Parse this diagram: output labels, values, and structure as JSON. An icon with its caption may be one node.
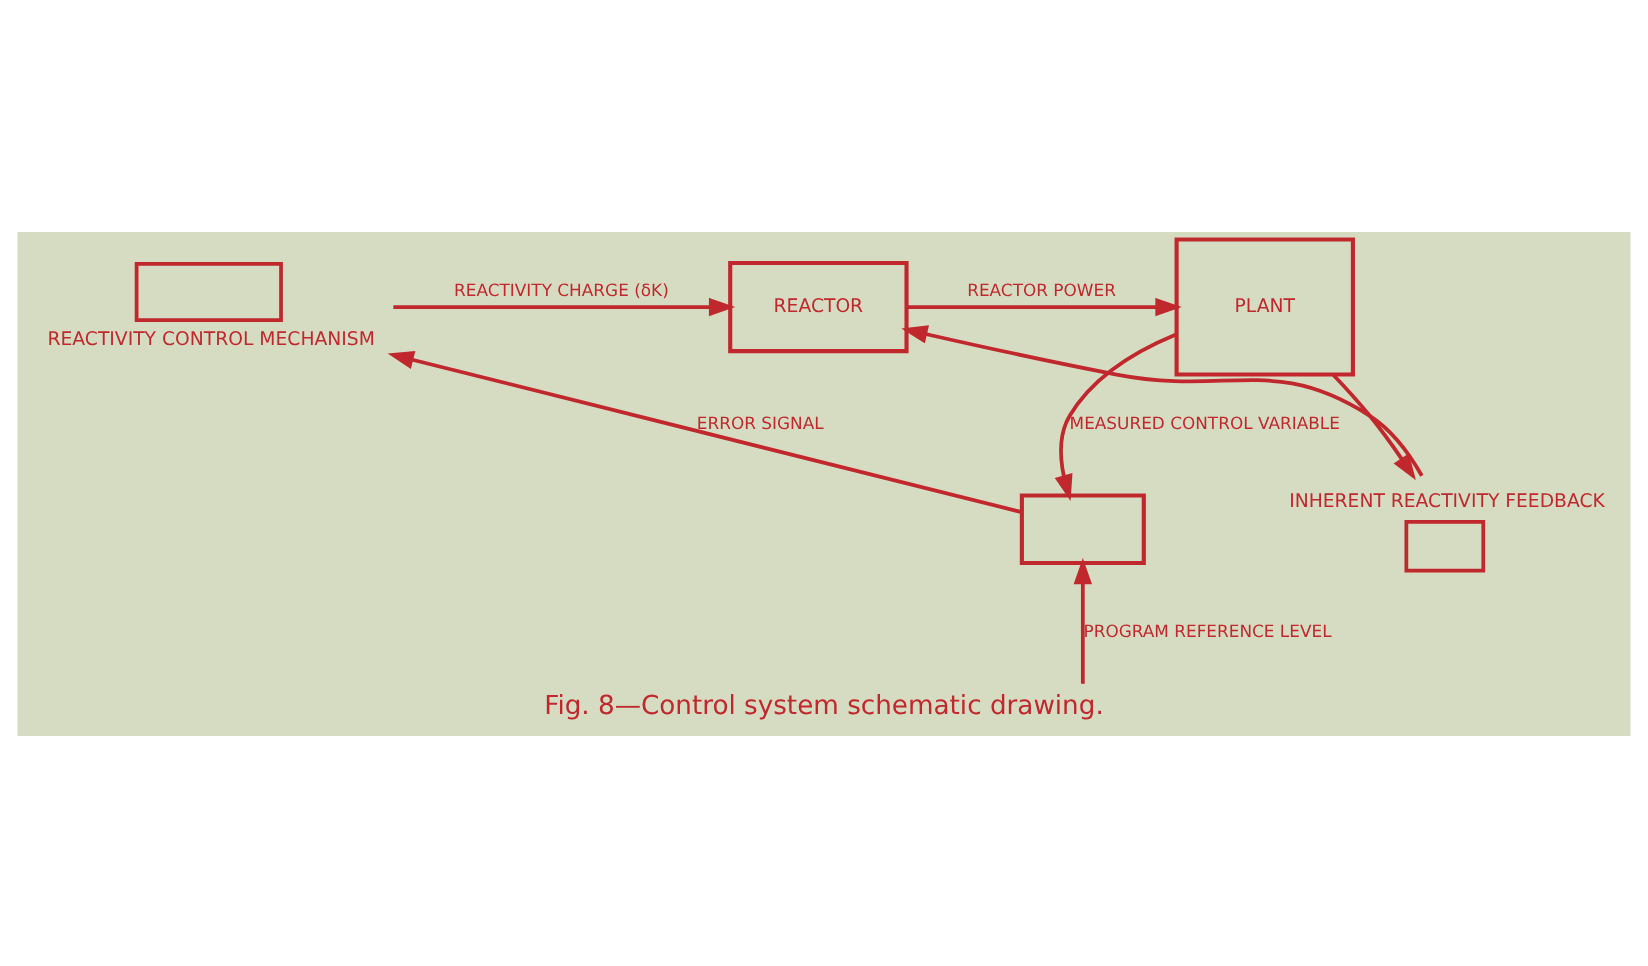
{
  "diagram": {
    "caption": "Fig. 8—Control system schematic drawing.",
    "nodes": [
      {
        "text": [],
        "shape": "box",
        "beside": [
          "REACTIVITY CONTROL MECHANISM"
        ]
      },
      {
        "text": [
          "REACTOR"
        ]
      },
      {
        "text": [
          "PLANT"
        ]
      },
      {
        "text": [],
        "shape": "box",
        "beside": [
          "INHERENT REACTIVITY FEEDBACK"
        ]
      },
      {
        "text": [],
        "shape": "box"
      }
    ],
    "edges": [
      {
        "from": 0,
        "to": 1,
        "arrow": "to",
        "label": "REACTIVITY CHARGE (δK)"
      },
      {
        "from": 1,
        "to": 2,
        "arrow": "to",
        "label": "REACTOR POWER"
      },
      {
        "from": 2,
        "to": 3,
        "arrow": "to"
      },
      {
        "from": 3,
        "to": 1,
        "arrow": "to"
      },
      {
        "from": 2,
        "to": 4,
        "arrow": "to",
        "label": "MEASURED CONTROL VARIABLE"
      },
      {
        "from": 4,
        "to": 0,
        "arrow": "to",
        "label": "ERROR SIGNAL"
      },
      {
        "from": null,
        "to": 4,
        "arrow": "to",
        "label": "PROGRAM REFERENCE LEVEL"
      }
    ]
  }
}
